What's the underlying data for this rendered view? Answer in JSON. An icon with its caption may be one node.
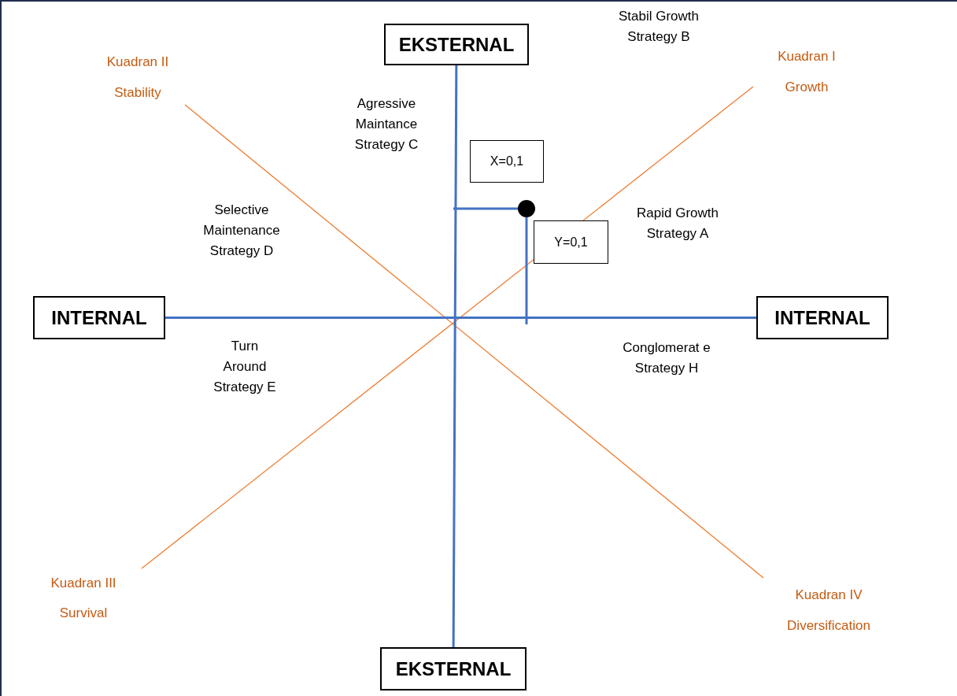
{
  "diagram": {
    "nodes": [
      {
        "text": [
          "EKSTERNAL"
        ]
      },
      {
        "text": [
          "INTERNAL"
        ]
      },
      {
        "text": [
          "INTERNAL"
        ]
      },
      {
        "text": [
          "EKSTERNAL"
        ]
      },
      {
        "text": [
          "X=0,1"
        ]
      },
      {
        "text": [
          "Y=0,1"
        ]
      },
      {
        "text": [],
        "shape": "circle"
      }
    ],
    "edges": [
      {
        "from": 0,
        "to": 3,
        "arrow": "none"
      },
      {
        "from": 1,
        "to": 2,
        "arrow": "none"
      },
      {
        "from": 6,
        "to": null,
        "arrow": "none"
      },
      {
        "from": 6,
        "to": null,
        "arrow": "none"
      }
    ],
    "labels": [
      "Stabil Growth Strategy B",
      "Kuadran II",
      "Kuadran I",
      "Stability",
      "Growth",
      "Agressive Maintance Strategy C",
      "Selective Maintenance Strategy D",
      "Rapid Growth Strategy A",
      "Turn Around Strategy E",
      "Conglomerat e Strategy H",
      "Kuadran III",
      "Survival",
      "Kuadran IV",
      "Diversification"
    ]
  }
}
